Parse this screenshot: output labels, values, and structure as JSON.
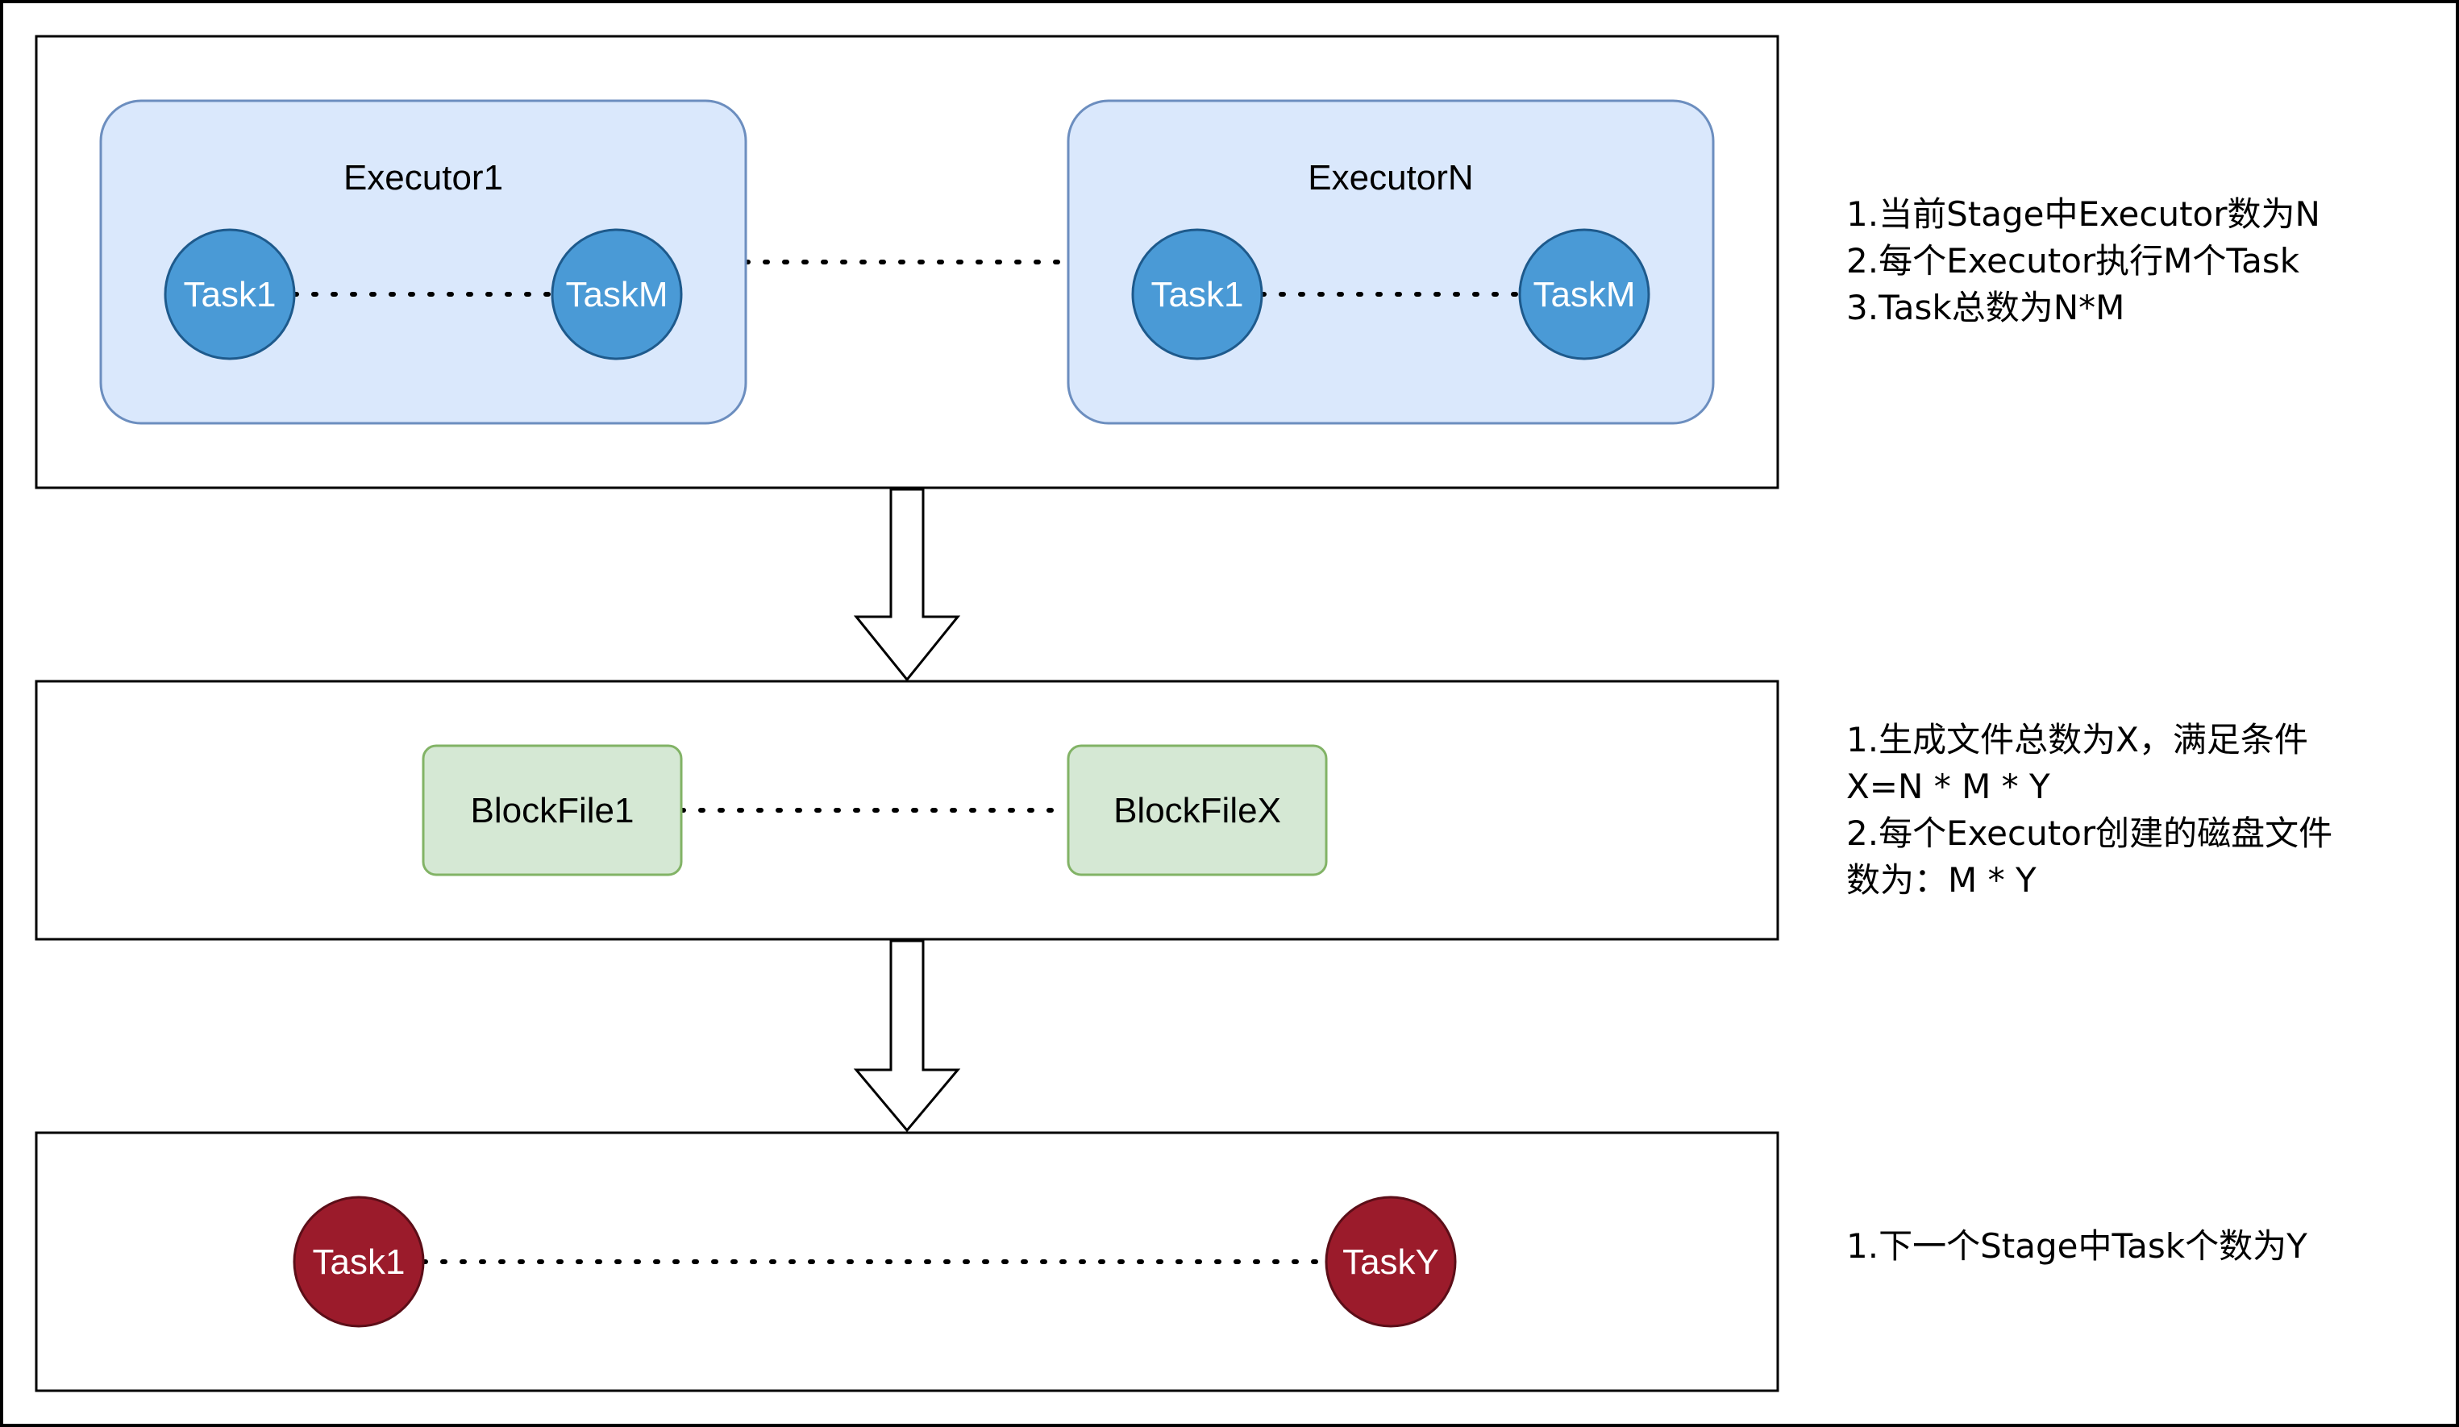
{
  "stage_box": {
    "executors": [
      {
        "label": "Executor1",
        "task_first": "Task1",
        "task_last": "TaskM"
      },
      {
        "label": "ExecutorN",
        "task_first": "Task1",
        "task_last": "TaskM"
      }
    ],
    "notes": [
      "1.当前Stage中Executor数为N",
      "2.每个Executor执行M个Task",
      "3.Task总数为N*M"
    ]
  },
  "file_box": {
    "file_first": "BlockFile1",
    "file_last": "BlockFileX",
    "notes": [
      "1.生成文件总数为X，满足条件",
      "X=N * M * Y",
      "2.每个Executor创建的磁盘文件",
      "数为：M * Y"
    ]
  },
  "next_stage_box": {
    "task_first": "Task1",
    "task_last": "TaskY",
    "notes": [
      "1.下一个Stage中Task个数为Y"
    ]
  },
  "colors": {
    "executor_fill": "#dae8fc",
    "executor_stroke": "#6c8ebf",
    "task_fill": "#4a9ad6",
    "task_stroke": "#1e5a8c",
    "file_fill": "#d5e8d4",
    "file_stroke": "#82b366",
    "next_task_fill": "#9b1b2b",
    "next_task_stroke": "#5c0e18"
  }
}
